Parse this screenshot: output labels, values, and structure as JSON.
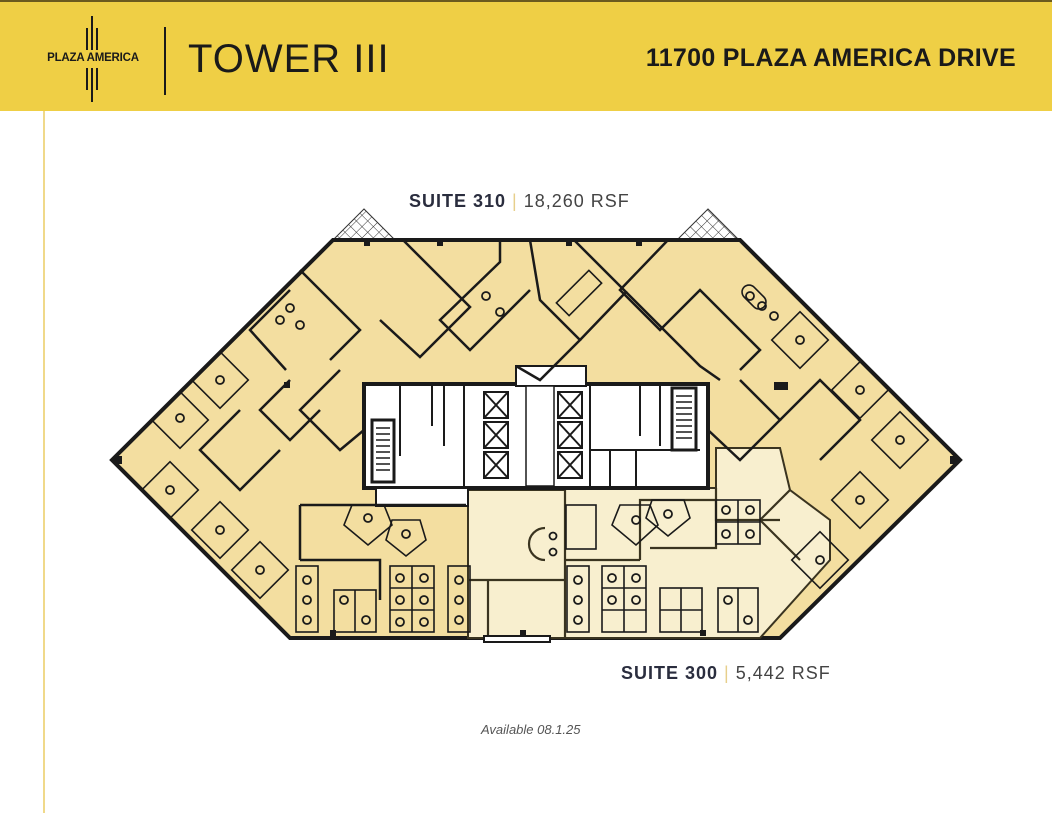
{
  "header": {
    "logo_text": "PLAZA AMERICA",
    "building": "TOWER III",
    "address": "11700 PLAZA AMERICA DRIVE",
    "background_color": "#efcf45"
  },
  "floor_plan": {
    "suites": [
      {
        "name": "SUITE 310",
        "separator": "|",
        "area": "18,260 RSF",
        "fill_color": "#f3dea0"
      },
      {
        "name": "SUITE 300",
        "separator": "|",
        "area": "5,442 RSF",
        "fill_color": "#f8efcf"
      }
    ],
    "core_color": "#ffffff",
    "wall_color": "#1a1a1a"
  },
  "availability": "Available 08.1.25",
  "icons": {
    "logo": "plaza-america-logo-icon",
    "balcony": "hatched-balcony-icon"
  }
}
